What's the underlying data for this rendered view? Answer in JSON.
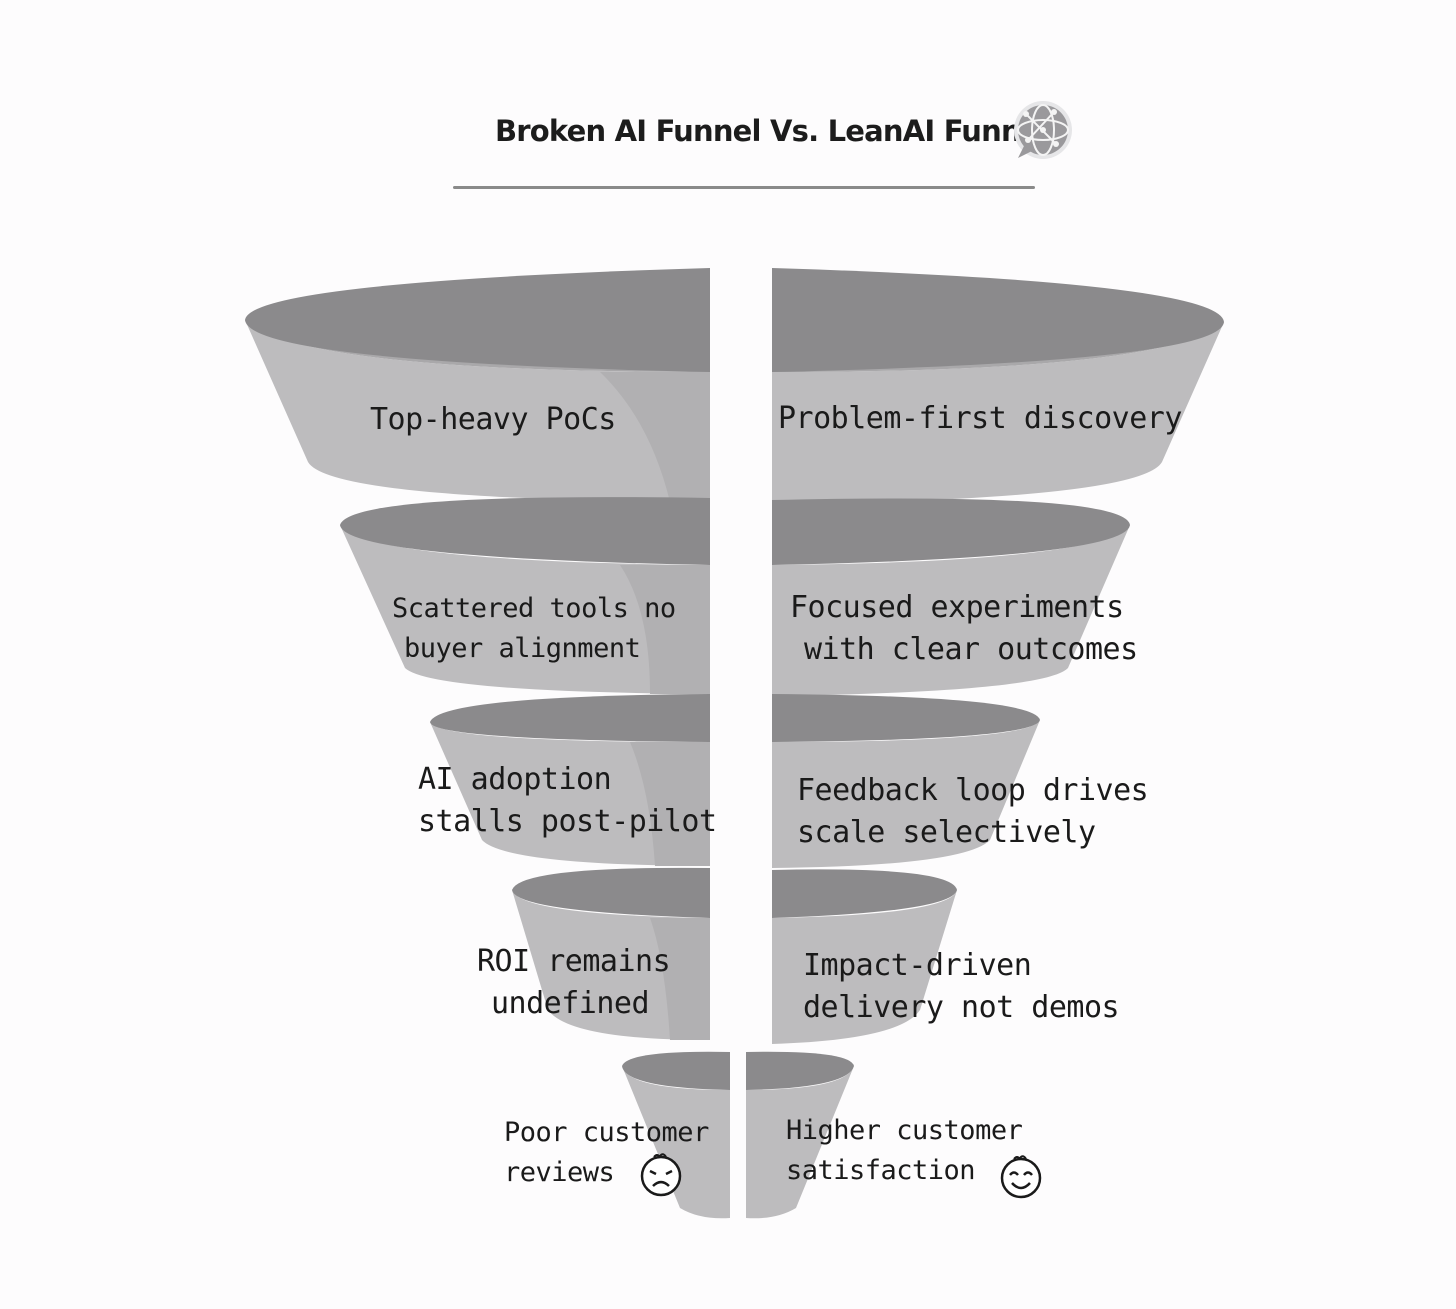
{
  "header": {
    "title": "Broken AI Funnel Vs. LeanAI Funnel",
    "logo_icon": "globe-network-chat-icon"
  },
  "palette": {
    "rim": "#8b8a8c",
    "rim_dark": "#7c7b7d",
    "body": "#bdbcbe",
    "body_shade": "#aeadaf",
    "background": "#fdfcfd",
    "text": "#1a1a1a"
  },
  "broken_funnel": {
    "stages": [
      {
        "lines": [
          "Top-heavy PoCs"
        ]
      },
      {
        "lines": [
          "Scattered tools no",
          "buyer alignment"
        ]
      },
      {
        "lines": [
          "AI adoption",
          "stalls post-pilot"
        ]
      },
      {
        "lines": [
          "ROI remains",
          "undefined"
        ]
      },
      {
        "lines": [
          "Poor customer",
          "reviews"
        ],
        "icon": "sad-face-icon"
      }
    ]
  },
  "lean_funnel": {
    "stages": [
      {
        "lines": [
          "Problem-first discovery"
        ]
      },
      {
        "lines": [
          "Focused experiments",
          "with clear outcomes"
        ]
      },
      {
        "lines": [
          "Feedback loop drives",
          "scale selectively"
        ]
      },
      {
        "lines": [
          "Impact-driven",
          "delivery not demos"
        ]
      },
      {
        "lines": [
          "Higher customer",
          "satisfaction"
        ],
        "icon": "happy-face-icon"
      }
    ]
  }
}
